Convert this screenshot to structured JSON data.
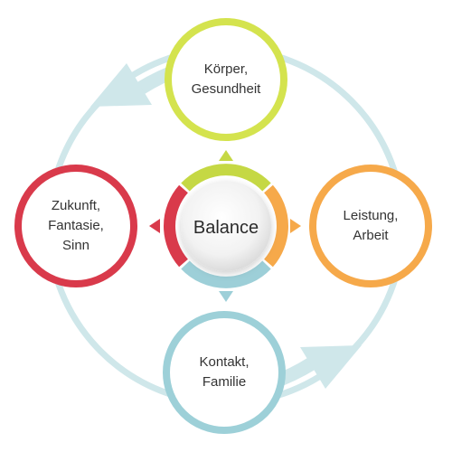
{
  "center": {
    "label": "Balance"
  },
  "nodes": {
    "top": {
      "label": "Körper,\nGesundheit",
      "color": "#d4e34e"
    },
    "right": {
      "label": "Leistung,\nArbeit",
      "color": "#f6a94a"
    },
    "bottom": {
      "label": "Kontakt,\nFamilie",
      "color": "#9dd0d8"
    },
    "left": {
      "label": "Zukunft,\nFantasie,\nSinn",
      "color": "#d93a4b"
    }
  },
  "ring": {
    "color": "#cfe7ea"
  },
  "arcs": {
    "top": "#c5d844",
    "right": "#f6a94a",
    "bottom": "#9dcfd8",
    "left": "#d93a4b"
  }
}
